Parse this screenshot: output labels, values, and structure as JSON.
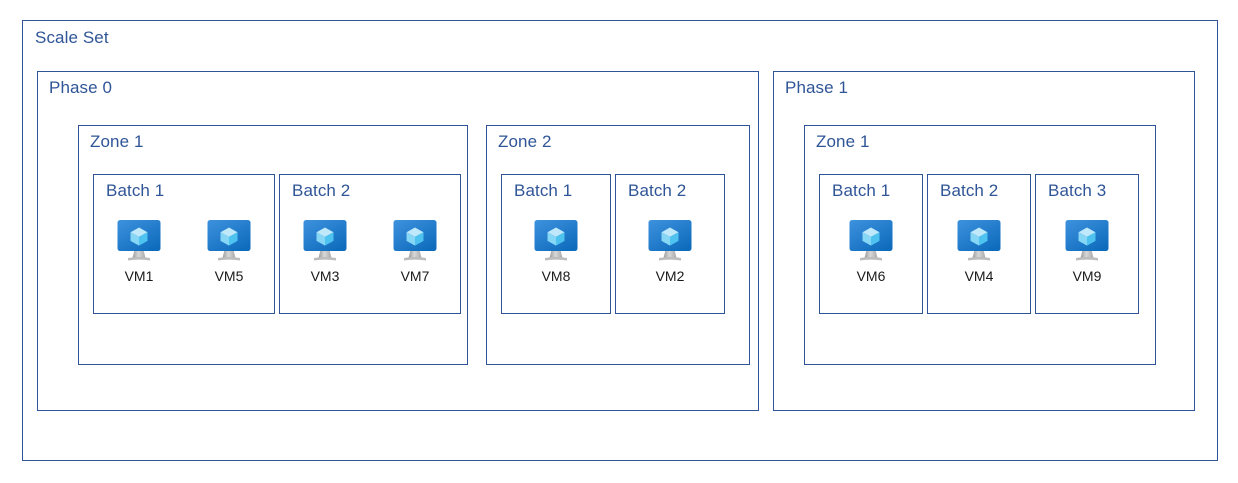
{
  "diagram": {
    "title": "Scale Set",
    "colors": {
      "border": "#2F5597",
      "title_text": "#2F5597",
      "vm_label_text": "#1a1a1a",
      "vm_screen_top": "#3E92DE",
      "vm_screen_bottom": "#0F6CBD",
      "vm_cube_top": "#BFE8FB",
      "vm_cube_left": "#86D6F5",
      "vm_cube_right": "#4FC3F0",
      "vm_stand": "#B0B0B0",
      "background": "#FFFFFF"
    },
    "icons": {
      "vm": "virtual-machine-icon"
    },
    "phases": [
      {
        "id": "phase-0",
        "label": "Phase 0",
        "zones": [
          {
            "id": "p0-zone-1",
            "label": "Zone 1",
            "batches": [
              {
                "id": "p0z1-batch-1",
                "label": "Batch 1",
                "vms": [
                  "VM1",
                  "VM5"
                ]
              },
              {
                "id": "p0z1-batch-2",
                "label": "Batch 2",
                "vms": [
                  "VM3",
                  "VM7"
                ]
              }
            ]
          },
          {
            "id": "p0-zone-2",
            "label": "Zone 2",
            "batches": [
              {
                "id": "p0z2-batch-1",
                "label": "Batch 1",
                "vms": [
                  "VM8"
                ]
              },
              {
                "id": "p0z2-batch-2",
                "label": "Batch 2",
                "vms": [
                  "VM2"
                ]
              }
            ]
          }
        ]
      },
      {
        "id": "phase-1",
        "label": "Phase 1",
        "zones": [
          {
            "id": "p1-zone-1",
            "label": "Zone 1",
            "batches": [
              {
                "id": "p1z1-batch-1",
                "label": "Batch 1",
                "vms": [
                  "VM6"
                ]
              },
              {
                "id": "p1z1-batch-2",
                "label": "Batch 2",
                "vms": [
                  "VM4"
                ]
              },
              {
                "id": "p1z1-batch-3",
                "label": "Batch 3",
                "vms": [
                  "VM9"
                ]
              }
            ]
          }
        ]
      }
    ]
  }
}
